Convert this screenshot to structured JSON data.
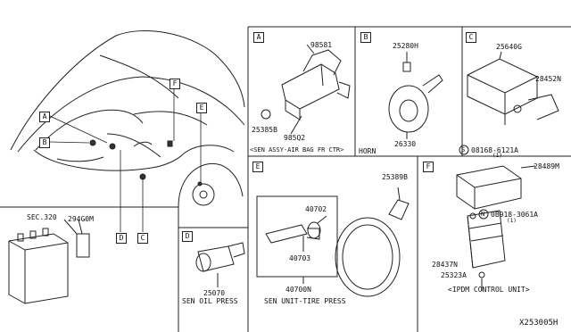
{
  "diagram_id": "X253005H",
  "overview": {
    "callouts": [
      "A",
      "B",
      "C",
      "D",
      "E",
      "F"
    ],
    "battery_section": {
      "ref": "SEC.320",
      "part": "294G0M"
    }
  },
  "panels": {
    "A": {
      "letter": "A",
      "parts": [
        "98581",
        "25385B",
        "985Q2"
      ],
      "caption": "<SEN ASSY-AIR BAG FR CTR>"
    },
    "B": {
      "letter": "B",
      "parts": [
        "25280H",
        "26330"
      ],
      "caption": "HORN"
    },
    "C": {
      "letter": "C",
      "parts": [
        "25640G",
        "28452N",
        "08168-6121A",
        "(1)"
      ],
      "screw_symbol": "S"
    },
    "D": {
      "letter": "D",
      "parts": [
        "25070"
      ],
      "caption": "SEN OIL PRESS"
    },
    "E": {
      "letter": "E",
      "parts": [
        "25389B",
        "40702",
        "40703",
        "40700N"
      ],
      "caption": "SEN UNIT-TIRE PRESS"
    },
    "F": {
      "letter": "F",
      "parts": [
        "28489M",
        "0B918-3061A",
        "(1)",
        "28437N",
        "25323A"
      ],
      "bolt_symbol": "N",
      "caption": "<IPDM CONTROL UNIT>"
    }
  }
}
